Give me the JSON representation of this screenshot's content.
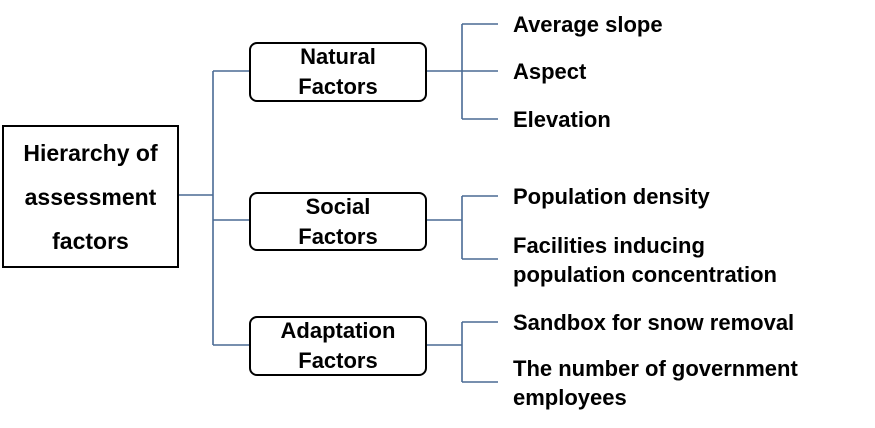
{
  "root": {
    "line1": "Hierarchy of",
    "line2": "assessment",
    "line3": "factors"
  },
  "categories": [
    {
      "line1": "Natural",
      "line2": "Factors",
      "items": [
        {
          "line1": "Average slope"
        },
        {
          "line1": "Aspect"
        },
        {
          "line1": "Elevation"
        }
      ]
    },
    {
      "line1": "Social",
      "line2": "Factors",
      "items": [
        {
          "line1": "Population density"
        },
        {
          "line1": "Facilities inducing",
          "line2": "population concentration"
        }
      ]
    },
    {
      "line1": "Adaptation",
      "line2": "Factors",
      "items": [
        {
          "line1": "Sandbox for snow removal"
        },
        {
          "line1": "The number of government",
          "line2": "employees"
        }
      ]
    }
  ],
  "colors": {
    "connector": "#4a6a94",
    "border": "#000000"
  }
}
